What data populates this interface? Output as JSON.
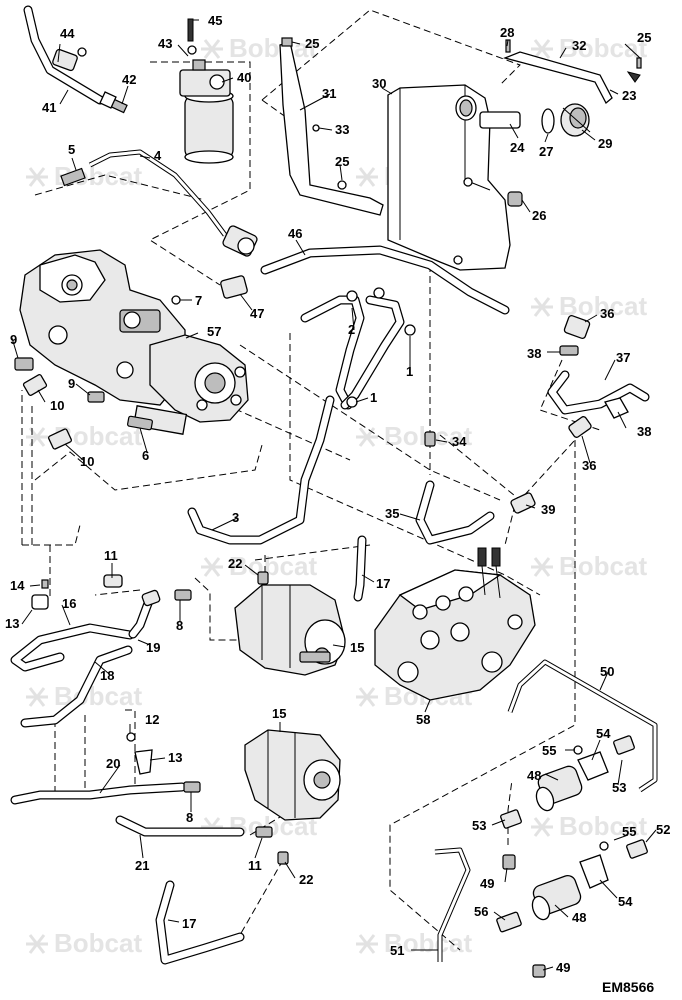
{
  "diagram": {
    "figure_code": "EM8566",
    "watermark_text": "Bobcat",
    "part_labels": {
      "p1a": "1",
      "p1b": "1",
      "p2": "2",
      "p3": "3",
      "p4": "4",
      "p5": "5",
      "p6": "6",
      "p7": "7",
      "p8a": "8",
      "p8b": "8",
      "p9a": "9",
      "p9b": "9",
      "p10a": "10",
      "p10b": "10",
      "p11a": "11",
      "p11b": "11",
      "p12": "12",
      "p13a": "13",
      "p13b": "13",
      "p14": "14",
      "p15a": "15",
      "p15b": "15",
      "p16": "16",
      "p17a": "17",
      "p17b": "17",
      "p18": "18",
      "p19": "19",
      "p20": "20",
      "p21": "21",
      "p22a": "22",
      "p22b": "22",
      "p23": "23",
      "p24": "24",
      "p25a": "25",
      "p25b": "25",
      "p25c": "25",
      "p26": "26",
      "p27": "27",
      "p28": "28",
      "p29": "29",
      "p30": "30",
      "p31": "31",
      "p32": "32",
      "p33": "33",
      "p34": "34",
      "p35": "35",
      "p36a": "36",
      "p36b": "36",
      "p37": "37",
      "p38a": "38",
      "p38b": "38",
      "p39": "39",
      "p40": "40",
      "p41": "41",
      "p42": "42",
      "p43": "43",
      "p44": "44",
      "p45": "45",
      "p46": "46",
      "p47": "47",
      "p48a": "48",
      "p48b": "48",
      "p49a": "49",
      "p49b": "49",
      "p50": "50",
      "p51": "51",
      "p52": "52",
      "p53a": "53",
      "p53b": "53",
      "p54a": "54",
      "p54b": "54",
      "p55a": "55",
      "p55b": "55",
      "p56": "56",
      "p57": "57",
      "p58": "58"
    }
  }
}
